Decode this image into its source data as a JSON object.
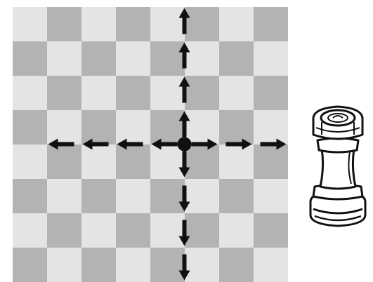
{
  "diagram": {
    "board": {
      "files": 8,
      "ranks": 8,
      "light_square_color": "#e4e4e4",
      "dark_square_color": "#b3b3b3"
    },
    "piece": {
      "name": "rook",
      "icon": "rook-icon",
      "position": {
        "file": 5,
        "rank": 4
      },
      "marker_color": "#111111"
    },
    "moves": {
      "arrow_color": "#111111",
      "directions": [
        {
          "name": "up",
          "dx": 0,
          "dy": -1,
          "steps": 4
        },
        {
          "name": "down",
          "dx": 0,
          "dy": 1,
          "steps": 4
        },
        {
          "name": "left",
          "dx": -1,
          "dy": 0,
          "steps": 4
        },
        {
          "name": "right",
          "dx": 1,
          "dy": 0,
          "steps": 3
        }
      ]
    }
  }
}
